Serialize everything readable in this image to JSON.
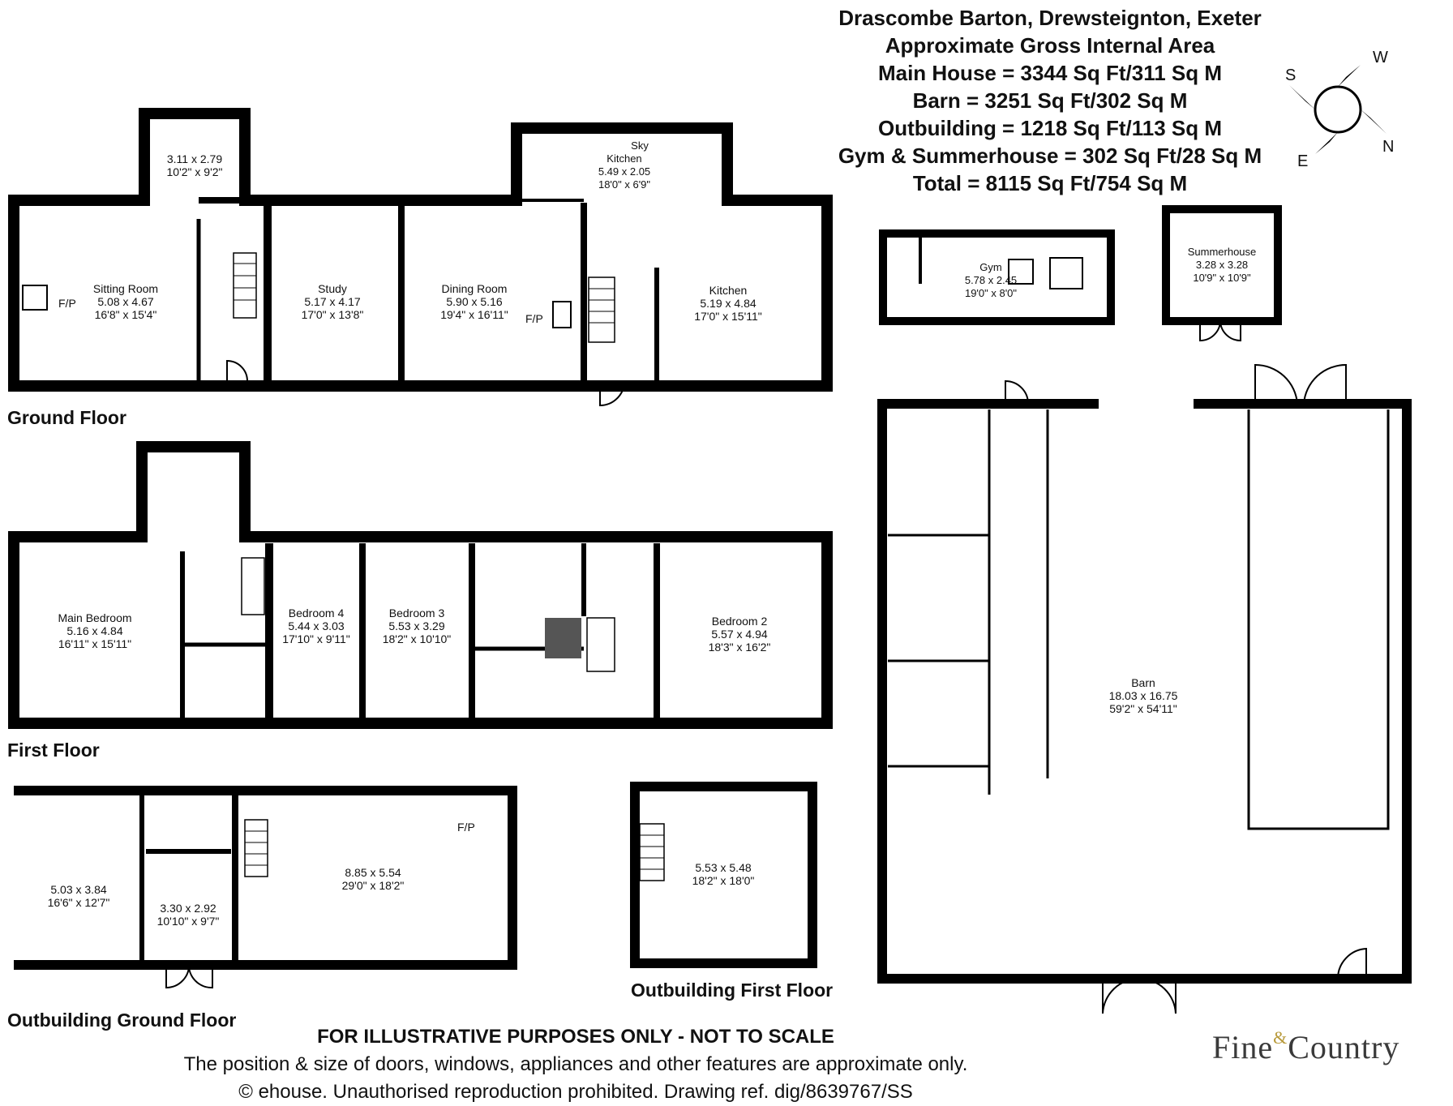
{
  "header": {
    "title": "Drascombe Barton, Drewsteignton, Exeter",
    "subtitle": "Approximate Gross Internal Area",
    "areas": [
      "Main House = 3344 Sq Ft/311 Sq M",
      "Barn = 3251 Sq Ft/302 Sq M",
      "Outbuilding = 1218 Sq Ft/113 Sq M",
      "Gym & Summerhouse = 302 Sq Ft/28 Sq M",
      "Total = 8115 Sq Ft/754 Sq M"
    ]
  },
  "compass": {
    "s": "S",
    "w": "W",
    "e": "E",
    "n": "N"
  },
  "floors": {
    "ground": "Ground Floor",
    "first": "First Floor",
    "outbuilding_ground": "Outbuilding Ground Floor",
    "outbuilding_first": "Outbuilding First Floor"
  },
  "rooms": {
    "ground_small": {
      "metric": "3.11 x 2.79",
      "imperial": "10'2\" x 9'2\""
    },
    "sitting": {
      "name": "Sitting Room",
      "metric": "5.08 x 4.67",
      "imperial": "16'8\" x 15'4\""
    },
    "study": {
      "name": "Study",
      "metric": "5.17 x 4.17",
      "imperial": "17'0\" x 13'8\""
    },
    "dining": {
      "name": "Dining Room",
      "metric": "5.90 x 5.16",
      "imperial": "19'4\" x 16'11\""
    },
    "kitchen_small": {
      "name": "Kitchen",
      "metric": "5.49 x 2.05",
      "imperial": "18'0\" x 6'9\"",
      "sky": "Sky"
    },
    "kitchen": {
      "name": "Kitchen",
      "metric": "5.19 x 4.84",
      "imperial": "17'0\" x 15'11\""
    },
    "gym": {
      "name": "Gym",
      "metric": "5.78 x 2.45",
      "imperial": "19'0\" x 8'0\""
    },
    "summerhouse": {
      "name": "Summerhouse",
      "metric": "3.28 x 3.28",
      "imperial": "10'9\" x 10'9\""
    },
    "main_bedroom": {
      "name": "Main Bedroom",
      "metric": "5.16 x 4.84",
      "imperial": "16'11\" x 15'11\""
    },
    "bedroom4": {
      "name": "Bedroom 4",
      "metric": "5.44 x 3.03",
      "imperial": "17'10\" x 9'11\""
    },
    "bedroom3": {
      "name": "Bedroom 3",
      "metric": "5.53 x 3.29",
      "imperial": "18'2\" x 10'10\""
    },
    "bedroom2": {
      "name": "Bedroom 2",
      "metric": "5.57 x 4.94",
      "imperial": "18'3\" x 16'2\""
    },
    "barn": {
      "name": "Barn",
      "metric": "18.03 x 16.75",
      "imperial": "59'2\" x 54'11\""
    },
    "out_left": {
      "metric": "5.03 x 3.84",
      "imperial": "16'6\" x 12'7\""
    },
    "out_mid": {
      "metric": "3.30 x 2.92",
      "imperial": "10'10\" x 9'7\""
    },
    "out_main": {
      "metric": "8.85 x 5.54",
      "imperial": "29'0\" x 18'2\""
    },
    "out_first": {
      "metric": "5.53 x 5.48",
      "imperial": "18'2\" x 18'0\""
    }
  },
  "fp_label": "F/P",
  "footer": {
    "line1": "FOR ILLUSTRATIVE PURPOSES ONLY - NOT TO SCALE",
    "line2": "The position & size of doors, windows, appliances and other features are approximate only.",
    "line3": "© ehouse. Unauthorised reproduction prohibited. Drawing ref. dig/8639767/SS"
  },
  "logo": {
    "left": "Fine",
    "amp": "&",
    "right": "Country"
  }
}
